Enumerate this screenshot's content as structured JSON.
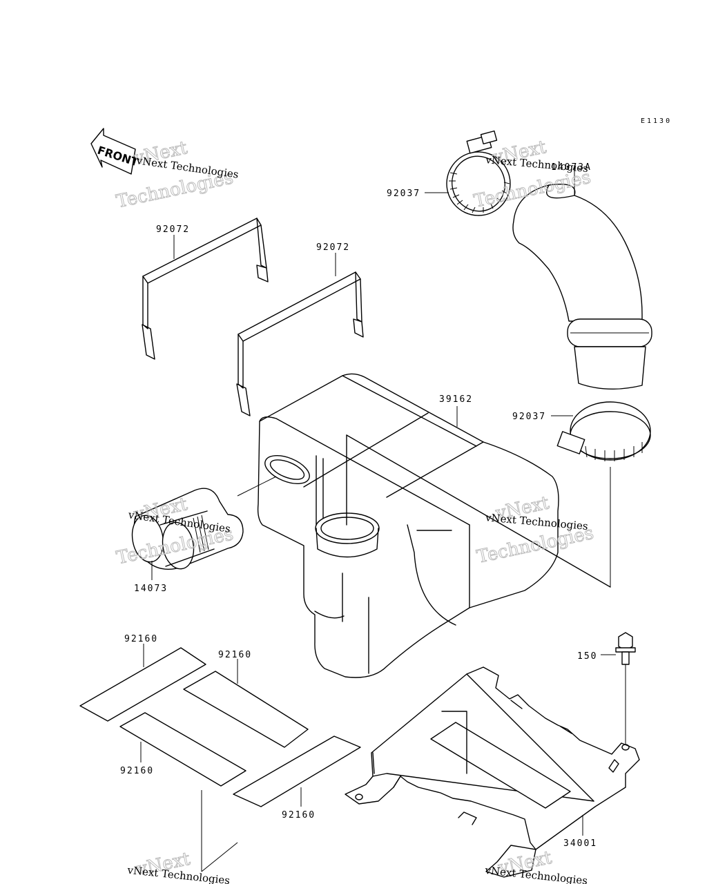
{
  "diagram": {
    "code": "E1130",
    "front_label": "FRONT",
    "parts": {
      "clamp_top": "92037",
      "hose_elbow": "14073A",
      "strap_left": "92072",
      "strap_right": "92072",
      "silencer": "39162",
      "clamp_lower": "92037",
      "twin_pipe": "14073",
      "pad_top_left": "92160",
      "pad_top_right": "92160",
      "pad_bottom_left": "92160",
      "pad_bottom_right": "92160",
      "bolt": "150",
      "bracket": "34001"
    },
    "watermark": {
      "line_a": "vNext Technologies",
      "line_b": "vNext",
      "line_c": "Technologies"
    }
  }
}
